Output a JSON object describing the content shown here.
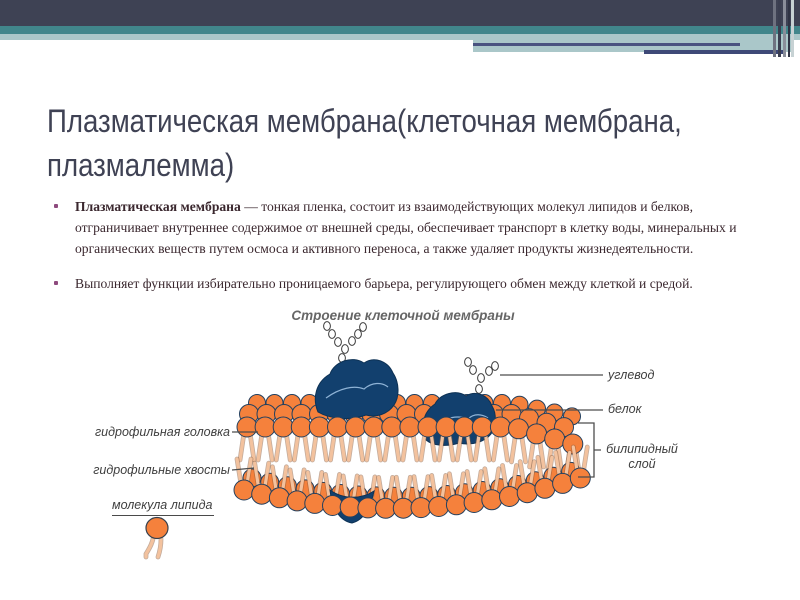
{
  "slide": {
    "title_line1": "Плазматическая мембрана(клеточная мембрана,",
    "title_line2": "плазмалемма)",
    "bullets": [
      {
        "lead": "Плазматическая мембрана",
        "rest": " — тонкая пленка, состоит из взаимодействующих молекул липидов и белков, отграничивает внутреннее содержимое от внешней среды, обеспечивает транспорт в клетку воды, минеральных и органических веществ путем осмоса и активного переноса, а также удаляет продукты жизнедеятельности."
      },
      {
        "lead": "",
        "rest": "Выполняет функции избирательно проницаемого барьера, регулирующего обмен между клеткой и средой."
      }
    ]
  },
  "diagram": {
    "caption": "Строение клеточной мембраны",
    "labels": {
      "head": "гидрофильная головка",
      "tails": "гидрофильные хвосты",
      "lipid": "молекула липида",
      "carb": "углевод",
      "protein": "белок",
      "bilayer": "билипидный слой"
    }
  },
  "colors": {
    "header_dark": "#3E4254",
    "header_teal": "#41868B",
    "header_light_teal": "#AAC7C9",
    "accent_navy": "#4A5380",
    "title_text": "#3F4254",
    "body_text": "#3A272E",
    "bullet_marker": "#8E4A7E",
    "lipid_head_orange": "#F5813C",
    "lipid_tail_peach": "#F3C29E",
    "protein_navy": "#12406E",
    "label_text": "#3F3F3F"
  }
}
